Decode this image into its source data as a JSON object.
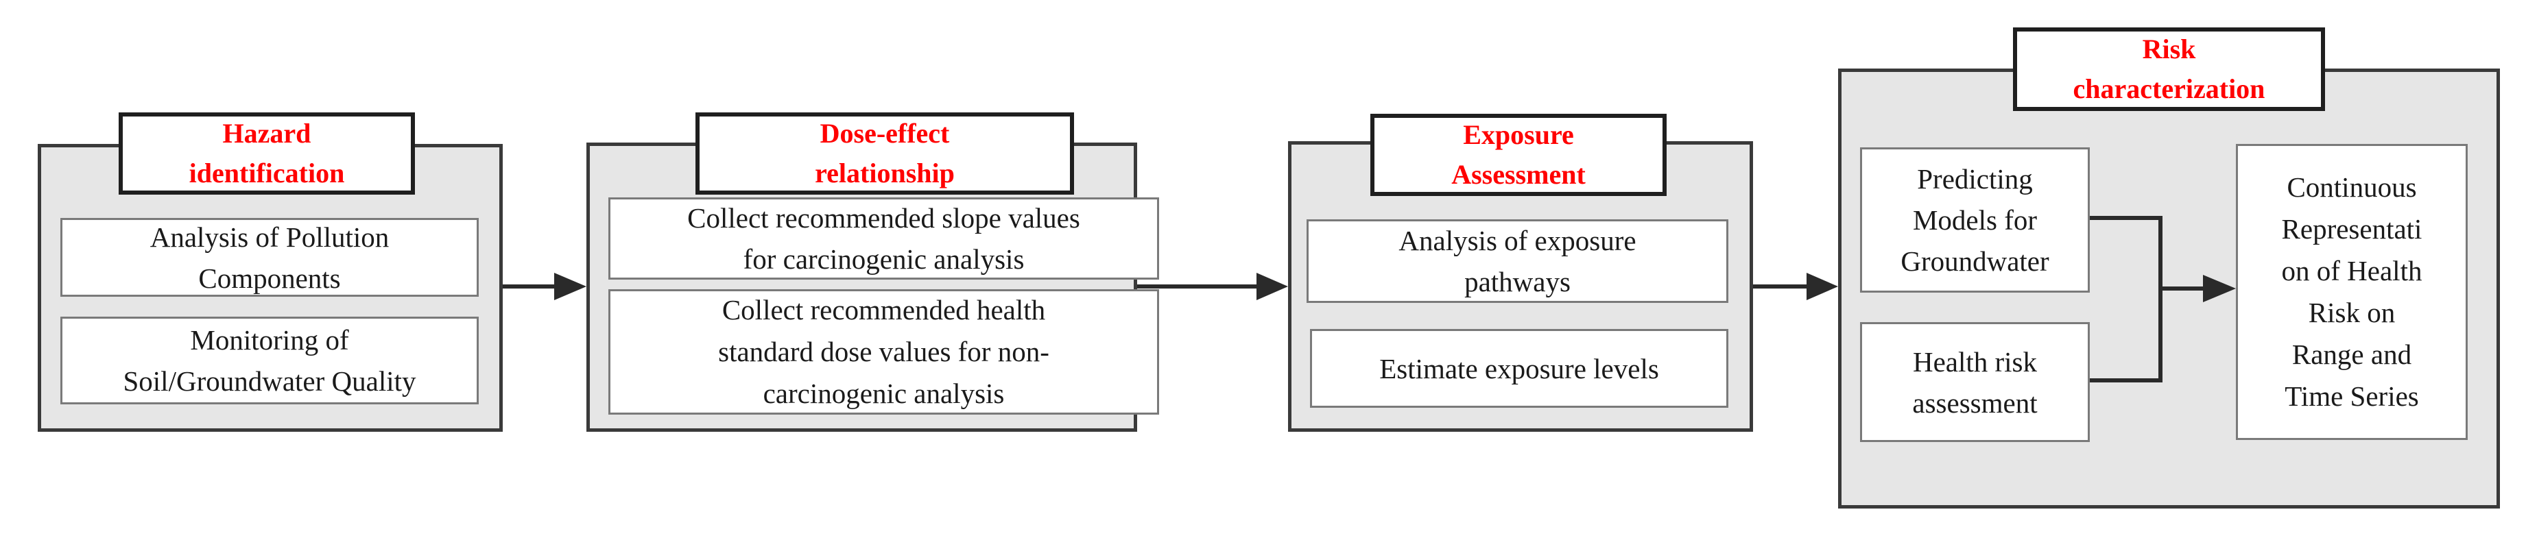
{
  "colors": {
    "title_text": "#ff0000",
    "panel_fill": "#e6e6e6",
    "border": "#3a3a3a",
    "box_text": "#1a1a1a"
  },
  "stages": {
    "hazard": {
      "title": "Hazard\nidentification",
      "items": [
        "Analysis of Pollution\nComponents",
        "Monitoring of\nSoil/Groundwater Quality"
      ]
    },
    "dose": {
      "title": "Dose-effect\nrelationship",
      "items": [
        "Collect recommended slope values\nfor carcinogenic analysis",
        "Collect recommended health\nstandard dose values for non-\ncarcinogenic analysis"
      ]
    },
    "exposure": {
      "title": "Exposure\nAssessment",
      "items": [
        "Analysis of exposure\npathways",
        "Estimate exposure levels"
      ]
    },
    "risk": {
      "title": "Risk\ncharacterization",
      "items": [
        "Predicting\nModels for\nGroundwater",
        "Health risk\nassessment",
        "Continuous\nRepresentati\non of Health\nRisk on\nRange and\nTime Series"
      ]
    }
  }
}
